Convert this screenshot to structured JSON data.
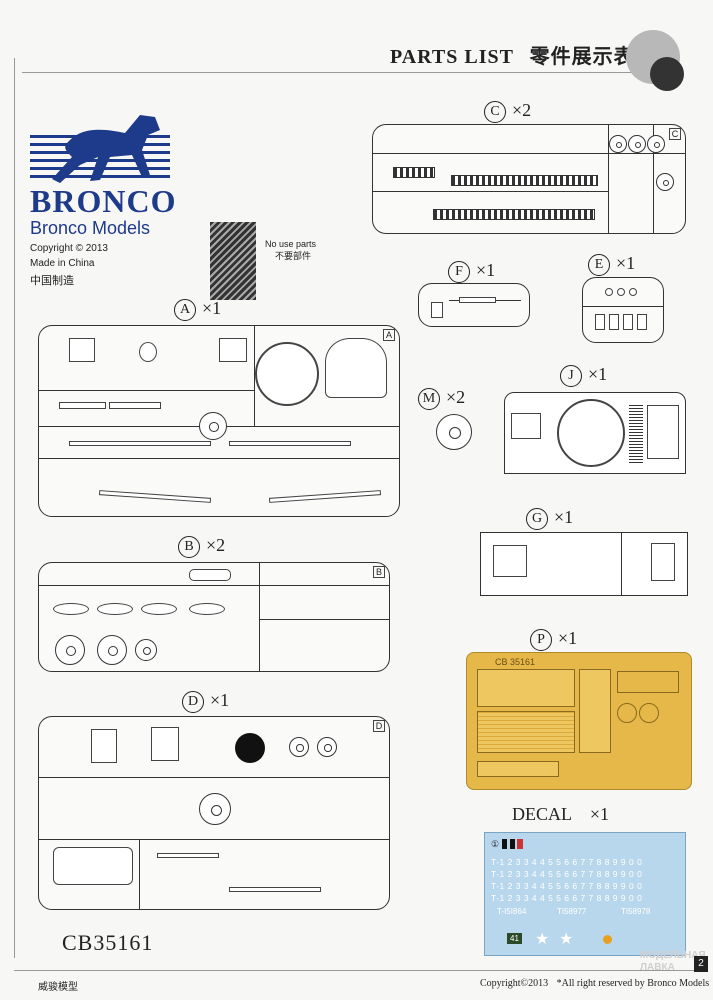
{
  "header": {
    "title": "PARTS LIST",
    "title_cn": "零件展示表:"
  },
  "brand": {
    "name": "BRONCO",
    "subtitle": "Bronco Models",
    "copyright": "Copyright © 2013",
    "made_in": "Made in China",
    "made_in_cn": "中国制造"
  },
  "no_use": {
    "line1": "No use parts",
    "line2": "不要部件"
  },
  "sprues": {
    "A": {
      "label": "A",
      "qty": "×1"
    },
    "B": {
      "label": "B",
      "qty": "×2"
    },
    "C": {
      "label": "C",
      "qty": "×2"
    },
    "D": {
      "label": "D",
      "qty": "×1"
    },
    "E": {
      "label": "E",
      "qty": "×1"
    },
    "F": {
      "label": "F",
      "qty": "×1"
    },
    "G": {
      "label": "G",
      "qty": "×1"
    },
    "J": {
      "label": "J",
      "qty": "×1"
    },
    "M": {
      "label": "M",
      "qty": "×2"
    },
    "P": {
      "label": "P",
      "qty": "×1"
    }
  },
  "pe_code": "CB 35161",
  "decal": {
    "label": "DECAL",
    "qty": "×1",
    "rows": [
      "T-1 2 3 3 4 4 5 5 6 6 7 7 8 8 9 9 0 0",
      "T-1 2 3 3 4 4 5 5 6 6 7 7 8 8 9 9 0 0",
      "T-1 2 3 3 4 4 5 5 6 6 7 7 8 8 9 9 0 0",
      "T-1 2 3 3 4 4 5 5 6 6 7 7 8 8 9 9 0 0"
    ],
    "codes": [
      "T-I5I864",
      "TI58977",
      "TI58978"
    ],
    "badge": "41"
  },
  "kit_code": "CB35161",
  "footer": {
    "left_cn": "威骏模型",
    "copyright": "Copyright©2013",
    "rights": "*All right reserved by Bronco Models",
    "page": "2",
    "watermark": "МОДЕЛЬНАЯ ЛАВКА"
  }
}
